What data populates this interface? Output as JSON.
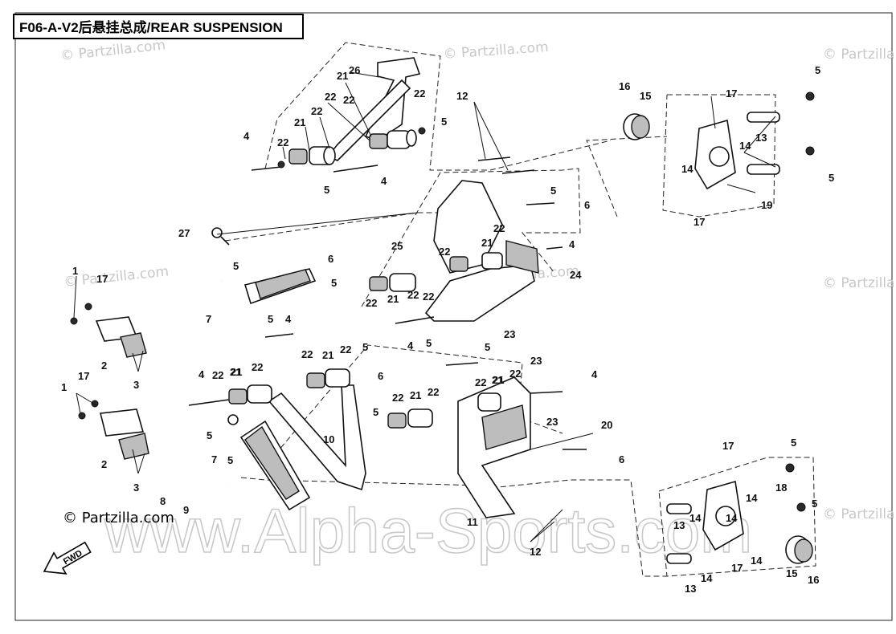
{
  "title": "F06-A-V2后悬挂总成/REAR SUSPENSION",
  "watermark_small": "© Partzilla.com",
  "watermark_big": "www.Alpha-Sports.com",
  "copyright": "© Partzilla.com",
  "fwd_label": "FWD",
  "colors": {
    "line": "#111111",
    "watermark": "#c8c8c8",
    "background": "#ffffff"
  },
  "callouts": [
    {
      "label": "1"
    },
    {
      "label": "1"
    },
    {
      "label": "2"
    },
    {
      "label": "2"
    },
    {
      "label": "3"
    },
    {
      "label": "3"
    },
    {
      "label": "4"
    },
    {
      "label": "4"
    },
    {
      "label": "4"
    },
    {
      "label": "4"
    },
    {
      "label": "4"
    },
    {
      "label": "4"
    },
    {
      "label": "4"
    },
    {
      "label": "5"
    },
    {
      "label": "5"
    },
    {
      "label": "5"
    },
    {
      "label": "5"
    },
    {
      "label": "5"
    },
    {
      "label": "5"
    },
    {
      "label": "5"
    },
    {
      "label": "5"
    },
    {
      "label": "5"
    },
    {
      "label": "5"
    },
    {
      "label": "5"
    },
    {
      "label": "5"
    },
    {
      "label": "5"
    },
    {
      "label": "5"
    },
    {
      "label": "5"
    },
    {
      "label": "5"
    },
    {
      "label": "6"
    },
    {
      "label": "6"
    },
    {
      "label": "6"
    },
    {
      "label": "6"
    },
    {
      "label": "7"
    },
    {
      "label": "7"
    },
    {
      "label": "8"
    },
    {
      "label": "9"
    },
    {
      "label": "10"
    },
    {
      "label": "11"
    },
    {
      "label": "12"
    },
    {
      "label": "12"
    },
    {
      "label": "13"
    },
    {
      "label": "13"
    },
    {
      "label": "13"
    },
    {
      "label": "14"
    },
    {
      "label": "14"
    },
    {
      "label": "14"
    },
    {
      "label": "14"
    },
    {
      "label": "14"
    },
    {
      "label": "14"
    },
    {
      "label": "14"
    },
    {
      "label": "15"
    },
    {
      "label": "15"
    },
    {
      "label": "16"
    },
    {
      "label": "16"
    },
    {
      "label": "17"
    },
    {
      "label": "17"
    },
    {
      "label": "17"
    },
    {
      "label": "17"
    },
    {
      "label": "17"
    },
    {
      "label": "17"
    },
    {
      "label": "18"
    },
    {
      "label": "19"
    },
    {
      "label": "20"
    },
    {
      "label": "21"
    },
    {
      "label": "21"
    },
    {
      "label": "21"
    },
    {
      "label": "21"
    },
    {
      "label": "21"
    },
    {
      "label": "21"
    },
    {
      "label": "21"
    },
    {
      "label": "21"
    },
    {
      "label": "21"
    },
    {
      "label": "21"
    },
    {
      "label": "22"
    },
    {
      "label": "22"
    },
    {
      "label": "22"
    },
    {
      "label": "22"
    },
    {
      "label": "22"
    },
    {
      "label": "22"
    },
    {
      "label": "22"
    },
    {
      "label": "22"
    },
    {
      "label": "22"
    },
    {
      "label": "22"
    },
    {
      "label": "22"
    },
    {
      "label": "22"
    },
    {
      "label": "22"
    },
    {
      "label": "22"
    },
    {
      "label": "22"
    },
    {
      "label": "22"
    },
    {
      "label": "22"
    },
    {
      "label": "22"
    },
    {
      "label": "23"
    },
    {
      "label": "23"
    },
    {
      "label": "23"
    },
    {
      "label": "24"
    },
    {
      "label": "25"
    },
    {
      "label": "26"
    },
    {
      "label": "27"
    }
  ]
}
